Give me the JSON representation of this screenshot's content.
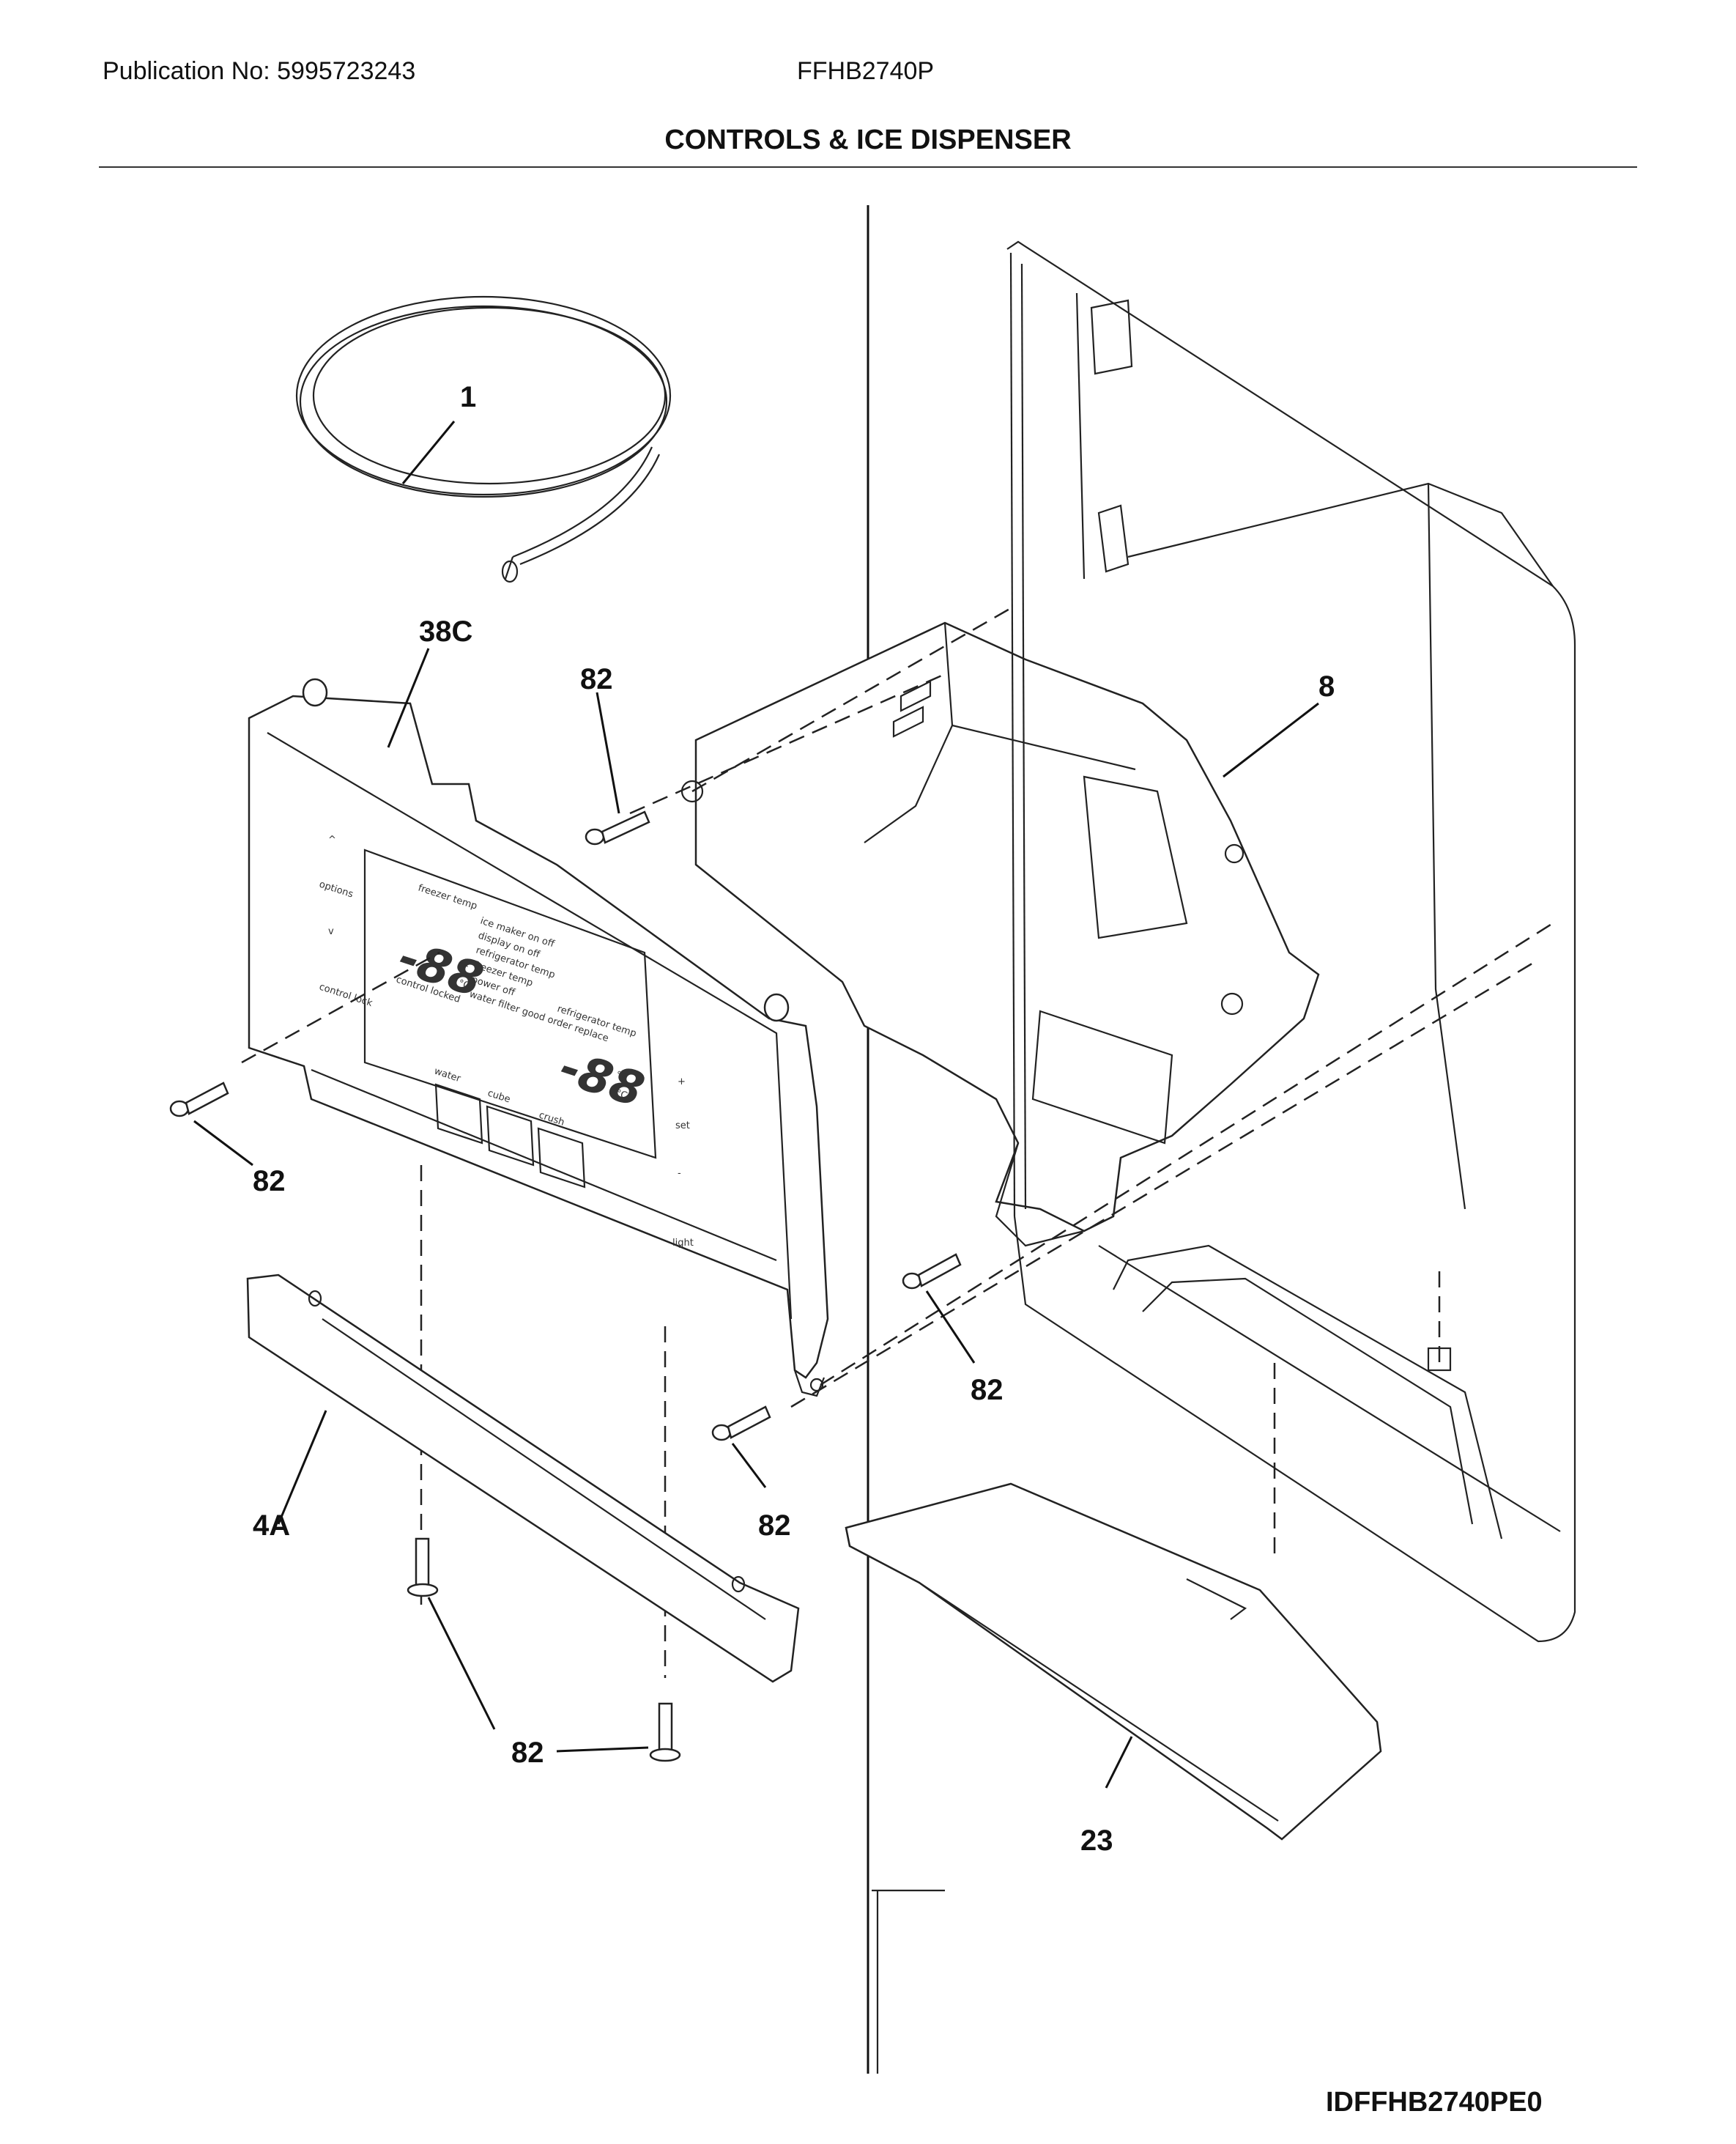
{
  "header": {
    "publication": "Publication No: 5995723243",
    "model": "FFHB2740P",
    "title": "CONTROLS & ICE DISPENSER"
  },
  "footer": {
    "code": "IDFFHB2740PE0"
  },
  "callouts": {
    "c1": "1",
    "c38c": "38C",
    "c82_top": "82",
    "c8": "8",
    "c82_left": "82",
    "c82_right": "82",
    "c82_mid": "82",
    "c4a": "4A",
    "c82_bottom": "82",
    "c23": "23"
  },
  "panel_labels": {
    "up": "^",
    "options": "options",
    "down": "v",
    "control_lock": "control lock",
    "control_locked": "control locked",
    "freezer_temp": "freezer temp",
    "refrigerator_temp": "refrigerator temp",
    "digits": "-88",
    "deg_f": "°F",
    "deg_c": "°C",
    "water": "water",
    "cube": "cube",
    "crush": "crush",
    "plus": "+",
    "set": "set",
    "minus": "-",
    "light": "light",
    "menu_lines": [
      "ice maker on off",
      "display on off",
      "refrigerator temp",
      "freezer temp",
      "power off",
      "water filter good order replace"
    ]
  }
}
